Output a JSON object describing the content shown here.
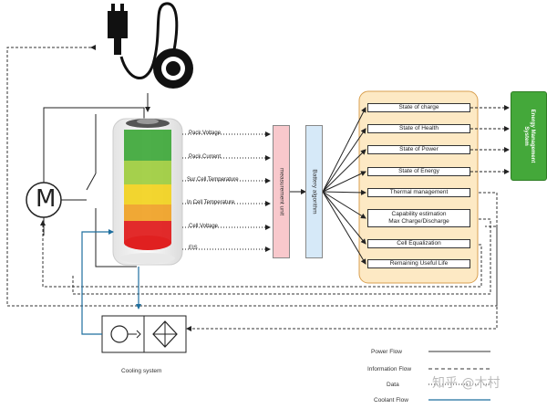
{
  "inputs": [
    "Pack Voltage",
    "Pack Current",
    "Sur Cell Temperature",
    "In Cell Temperature",
    "Cell Voltage",
    "EIS"
  ],
  "measurement_unit": "measurement unit",
  "battery_algorithm": "Battery algorithm",
  "outputs": [
    {
      "line1": "State of charge",
      "line2": ""
    },
    {
      "line1": "State of Health",
      "line2": ""
    },
    {
      "line1": "State of Power",
      "line2": ""
    },
    {
      "line1": "State of Energy",
      "line2": ""
    },
    {
      "line1": "Thermal management",
      "line2": ""
    },
    {
      "line1": "Capability estimation",
      "line2": "Max Charge/Discharge"
    },
    {
      "line1": "Cell Equalization",
      "line2": ""
    },
    {
      "line1": "Remaining Useful Life",
      "line2": ""
    }
  ],
  "ems": "Energy Management System",
  "cooling_system": "Cooling system",
  "motor_symbol": "M",
  "legend": [
    {
      "label": "Power Flow",
      "style": "solid",
      "color": "#333333"
    },
    {
      "label": "Information Flow",
      "style": "dashed",
      "color": "#333333"
    },
    {
      "label": "Data",
      "style": "dotted",
      "color": "#333333"
    },
    {
      "label": "Coolant Flow",
      "style": "solid",
      "color": "#1f6f9f"
    }
  ],
  "watermark": "知乎 @木村",
  "colors": {
    "measurement_fill": "#f8c8cc",
    "algorithm_fill": "#d6e9f8",
    "outputs_panel": "#fde9c4",
    "ems_fill": "#44a83a",
    "coolant": "#1f6f9f"
  }
}
